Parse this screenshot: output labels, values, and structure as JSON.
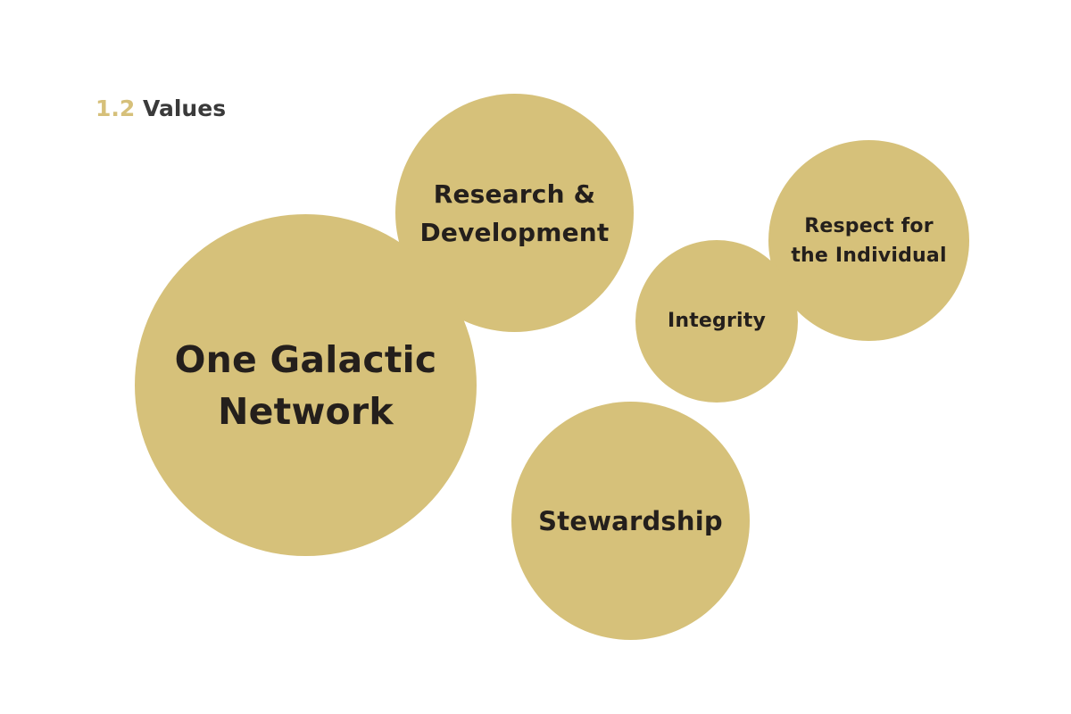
{
  "heading": {
    "number": "1.2",
    "title": "Values"
  },
  "colors": {
    "bubble_fill": "#d6c17a",
    "label_text": "#241f1c",
    "heading_number": "#d6c07a",
    "heading_title": "#3a3a3a",
    "background": "#ffffff"
  },
  "values": {
    "research_development": "Research &\nDevelopment",
    "one_galactic_network": "One Galactic\nNetwork",
    "integrity": "Integrity",
    "respect_for_individual": "Respect for\nthe Individual",
    "stewardship": "Stewardship"
  }
}
